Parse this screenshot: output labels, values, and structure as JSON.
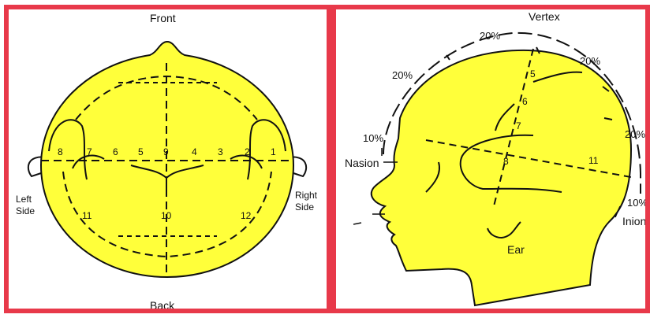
{
  "colors": {
    "frame": "#e8394a",
    "head": "#ffff3a",
    "ink": "#111111",
    "background": "#ffffff"
  },
  "top_view": {
    "front_label": "Front",
    "back_label": "Back",
    "left_label": [
      "Left",
      "Side"
    ],
    "right_label": [
      "Right",
      "Side"
    ],
    "points": [
      "8",
      "7",
      "6",
      "5",
      "9",
      "4",
      "3",
      "2",
      "1",
      "11",
      "10",
      "12"
    ]
  },
  "side_view": {
    "vertex_label": "Vertex",
    "nasion_label": "Nasion",
    "inion_label": "Inion",
    "ear_label": "Ear",
    "percentages": [
      "20%",
      "20%",
      "20%",
      "20%",
      "10%",
      "10%"
    ],
    "points": [
      "5",
      "6",
      "7",
      "8",
      "11"
    ]
  }
}
